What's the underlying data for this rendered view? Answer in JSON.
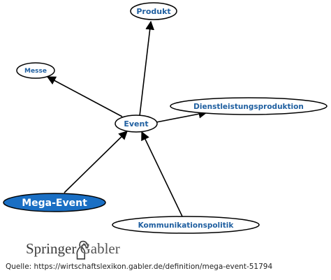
{
  "diagram": {
    "nodes": {
      "produkt": "Produkt",
      "messe": "Messe",
      "event": "Event",
      "dienstleistung": "Dienstleistungsproduktion",
      "mega_event": "Mega-Event",
      "kommunikation": "Kommunikationspolitik"
    },
    "edges": [
      {
        "from": "Event",
        "to": "Produkt"
      },
      {
        "from": "Event",
        "to": "Messe"
      },
      {
        "from": "Event",
        "to": "Dienstleistungsproduktion"
      },
      {
        "from": "Mega-Event",
        "to": "Event"
      },
      {
        "from": "Kommunikationspolitik",
        "to": "Event"
      }
    ],
    "colors": {
      "node_text": "#1f5fa0",
      "highlight_fill": "#1a6fc4",
      "highlight_text": "#ffffff",
      "edge": "#000000"
    }
  },
  "footer": {
    "brand_springer": "Springer",
    "brand_gabler": "Gabler",
    "source": "Quelle:  https://wirtschaftslexikon.gabler.de/definition/mega-event-51794"
  }
}
